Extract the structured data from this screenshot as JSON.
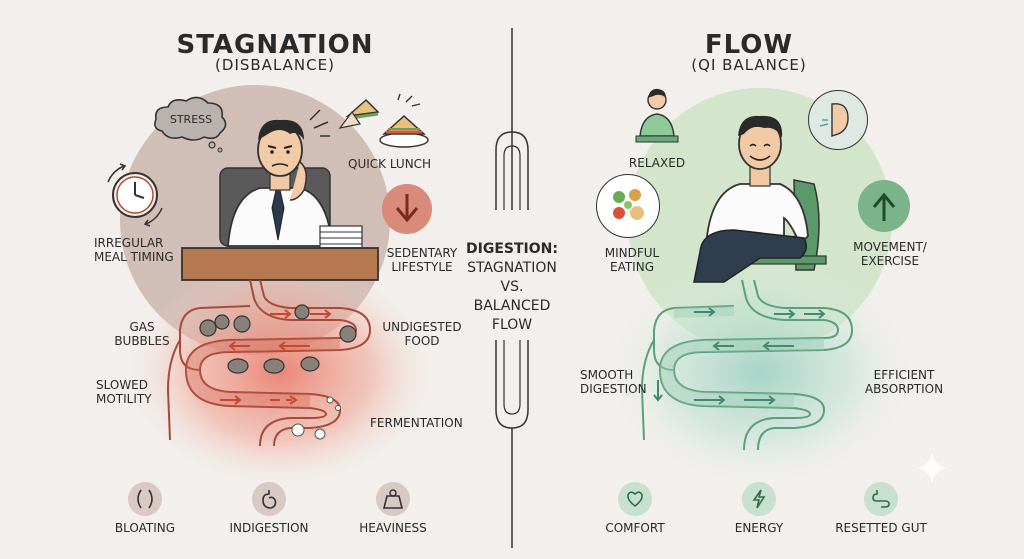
{
  "center": {
    "title_line1": "DIGESTION:",
    "title_line2": "STAGNATION",
    "title_line3": "VS.",
    "title_line4": "BALANCED",
    "title_line5": "FLOW"
  },
  "left": {
    "title": "STAGNATION",
    "subtitle": "(DISBALANCE)",
    "stress": "STRESS",
    "quick_lunch": "QUICK LUNCH",
    "irregular_1": "IRREGULAR",
    "irregular_2": "MEAL TIMING",
    "sedentary_1": "SEDENTARY",
    "sedentary_2": "LIFESTYLE",
    "gas_1": "GAS",
    "gas_2": "BUBBLES",
    "undigested_1": "UNDIGESTED",
    "undigested_2": "FOOD",
    "slowed_1": "SLOWED",
    "slowed_2": "MOTILITY",
    "fermentation": "FERMENTATION",
    "bottom": [
      "BLOATING",
      "INDIGESTION",
      "HEAVINESS"
    ]
  },
  "right": {
    "title": "FLOW",
    "subtitle": "(QI BALANCE)",
    "relaxed": "RELAXED",
    "mindful_1": "MINDFUL",
    "mindful_2": "EATING",
    "movement_1": "MOVEMENT/",
    "movement_2": "EXERCISE",
    "smooth_1": "SMOOTH",
    "smooth_2": "DIGESTION",
    "efficient_1": "EFFICIENT",
    "efficient_2": "ABSORPTION",
    "bottom": [
      "COMFORT",
      "ENERGY",
      "RESETTED GUT"
    ]
  },
  "colors": {
    "stagnation_bg": "#c9b3ac",
    "stagnation_gut": "#e88a7a",
    "flow_bg": "#c8dfbf",
    "flow_gut": "#a9d5c4",
    "arrow_red": "#c85a4a",
    "arrow_green": "#3f8a72"
  }
}
